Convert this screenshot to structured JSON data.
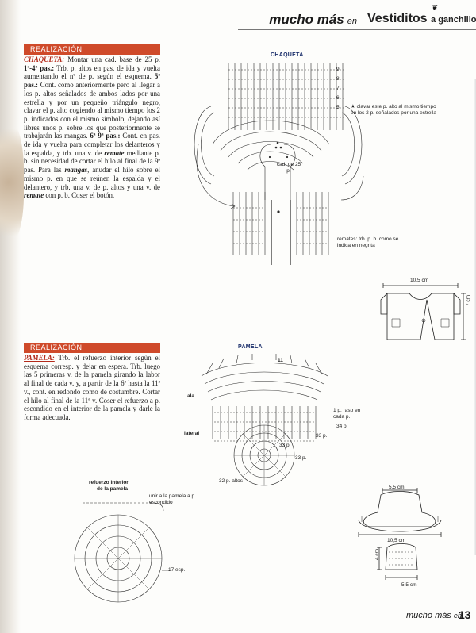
{
  "header": {
    "series": "mucho más",
    "series_en": "en",
    "title_main": "Vestiditos",
    "title_small": "a ganchillo",
    "mark": "❦"
  },
  "section1": {
    "banner": "REALIZACIÓN",
    "garment": "CHAQUETA:",
    "p1": " Montar una cad. base de 25 p. ",
    "p1_bold": "1ª-4ª pas.:",
    "p2": " Trb. p. altos en pas. de ida y vuelta aumentando el nº de p. según el esquema. ",
    "p2_bold": "5ª pas.:",
    "p3": " Cont. como anteriormente pero al llegar a los p. altos señalados de ambos lados por una estrella y por un pequeño triángulo negro, clavar el p. alto cogiendo al mismo tiempo los 2 p. indicados con el mismo símbolo, dejando así libres unos p. sobre los que posteriormente se trabajarán las mangas. ",
    "p3_bold": "6ª-9ª pas.:",
    "p4": " Cont. en pas. de ida y vuelta para completar los delanteros y la espalda, y trb. una v. de ",
    "p4_it": "remate",
    "p5": " mediante p. b. sin necesidad de cortar el hilo al final de la 9ª pas. Para las ",
    "p5_it": "mangas",
    "p6": ", anudar el hilo sobre el mismo p. en que se reúnen la espalda y el delantero, y trb. una v. de p. altos y una v. de ",
    "p6_it": "remate",
    "p7": " con p. b. Coser el botón."
  },
  "section2": {
    "banner": "REALIZACIÓN",
    "garment": "PAMELA:",
    "p1": " Trb. el refuerzo interior según el esquema corresp. y dejar en espera. Trb. luego las 5 primeras v. de la pamela girando la labor al final de cada v. y, a partir de la 6ª hasta la 11ª v., cont. en redondo como de costumbre. Cortar el hilo al final de la 11ª v. Coser el refuerzo a p. escondido en el interior de la pamela y darle la forma adecuada."
  },
  "diagram_chaqueta": {
    "title": "CHAQUETA",
    "star_note": "★ clavar este p. alto al mismo tiempo en los 2 p. señalados por una estrella",
    "center_label": "cad. de 25 p.",
    "remates": "remates: trb. p. b. como se indica en negrita",
    "rows": [
      "9",
      "8",
      "7",
      "6",
      "5"
    ]
  },
  "schematic_jacket": {
    "width": "10,5 cm",
    "height": "7 cm"
  },
  "diagram_pamela": {
    "title": "PAMELA",
    "row_top": "11",
    "ala": "ala",
    "lateral": "lateral",
    "raso": "1 p. raso en cada p.",
    "counts": [
      "34 p.",
      "33 p.",
      "33 p.",
      "33 p.",
      "32 p. altos"
    ]
  },
  "diagram_refuerzo": {
    "title_line1": "refuerzo interior",
    "title_line2": "de la pamela",
    "note": "unir a la pamela a p. escondido",
    "esp": "17 esp."
  },
  "schematic_hat": {
    "top": "5,5 cm",
    "brim": "10,5 cm",
    "height": "4 cm",
    "base": "5,5 cm"
  },
  "footer": {
    "series": "mucho más",
    "series_en": "en",
    "page": "13"
  }
}
